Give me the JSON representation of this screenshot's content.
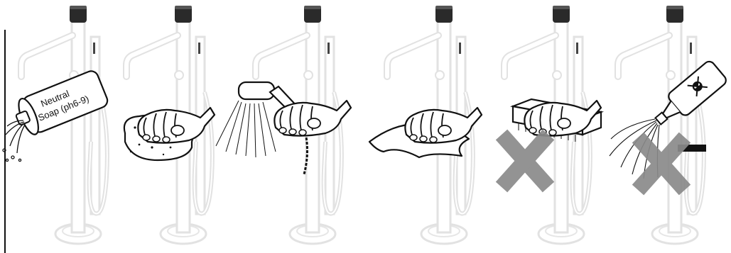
{
  "steps": [
    {
      "id": "neutral-soap",
      "allowed": true,
      "product_label": [
        "Neutral",
        "Soap (ph6-9)"
      ]
    },
    {
      "id": "soft-sponge",
      "allowed": true
    },
    {
      "id": "rinse-with-water",
      "allowed": true
    },
    {
      "id": "dry-with-cloth",
      "allowed": true
    },
    {
      "id": "abrasive-brush",
      "allowed": false
    },
    {
      "id": "harsh-chemicals",
      "allowed": false,
      "icon": "skull-crossbones-icon"
    }
  ],
  "colors": {
    "line": "#111111",
    "faucet_fill": "#ffffff",
    "faucet_stroke": "#e2e2e2",
    "knob": "#2a2a2a",
    "forbidden_cross": "#8a8a8a"
  }
}
